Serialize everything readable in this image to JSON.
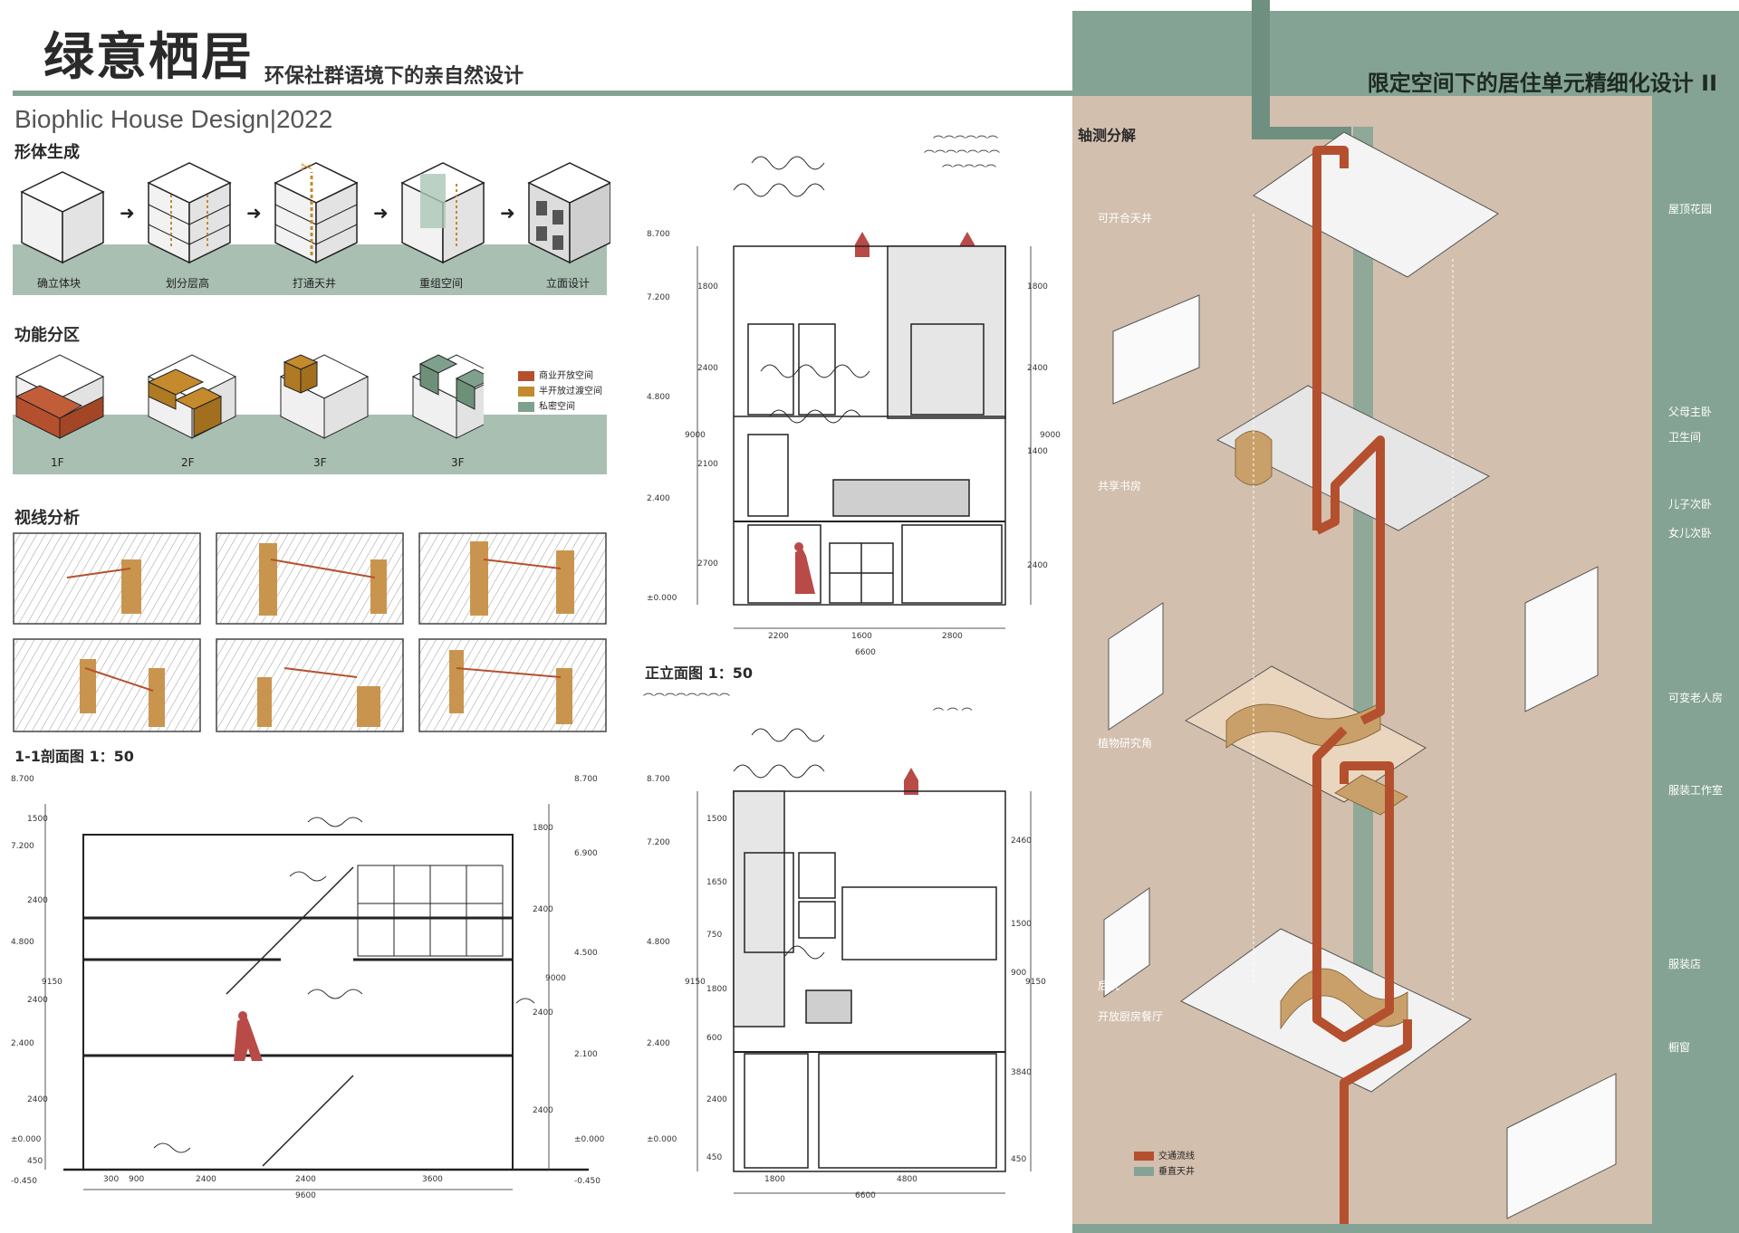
{
  "header": {
    "title": "绿意栖居",
    "subtitle": "环保社群语境下的亲自然设计",
    "english_title": "Biophlic House Design|2022",
    "right_title": "限定空间下的居住单元精细化设计 II"
  },
  "sections": {
    "form_generation": {
      "title": "形体生成",
      "steps": [
        "确立体块",
        "划分层高",
        "打通天井",
        "重组空间",
        "立面设计"
      ]
    },
    "function_zoning": {
      "title": "功能分区",
      "floors": [
        "1F",
        "2F",
        "3F",
        "3F"
      ],
      "legend": [
        {
          "label": "商业开放空间",
          "color": "#b5502f"
        },
        {
          "label": "半开放过渡空间",
          "color": "#c48a2c"
        },
        {
          "label": "私密空间",
          "color": "#7fa08c"
        }
      ]
    },
    "sightline": {
      "title": "视线分析"
    },
    "section_drawing": {
      "title": "1-1剖面图 1：50",
      "left_levels": [
        "8.700",
        "7.200",
        "4.800",
        "2.400",
        "±0.000",
        "-0.450"
      ],
      "right_levels": [
        "8.700",
        "6.900",
        "4.500",
        "2.100",
        "±0.000",
        "-0.450"
      ],
      "left_dims": [
        "1500",
        "2400",
        "2400",
        "2400",
        "450"
      ],
      "total_left": "9150",
      "right_dims": [
        "1800",
        "2400",
        "2400",
        "2400"
      ],
      "total_right": "9000",
      "bottom_dims": [
        "300",
        "900",
        "2400",
        "2400",
        "3600"
      ],
      "bottom_total": "9600"
    },
    "elevation_top": {
      "levels": [
        "8.700",
        "7.200",
        "4.800",
        "2.400",
        "±0.000"
      ],
      "left_dims": [
        "1800",
        "2400",
        "2100",
        "2700"
      ],
      "total_left": "9000",
      "right_dims": [
        "1800",
        "2400",
        "1400",
        "2400"
      ],
      "total_right": "9000",
      "bottom_dims": [
        "2200",
        "1600",
        "2800"
      ],
      "bottom_total": "6600"
    },
    "front_elevation": {
      "title": "正立面图 1：50",
      "levels": [
        "8.700",
        "7.200",
        "4.800",
        "2.400",
        "±0.000"
      ],
      "left_dims": [
        "1500",
        "1650",
        "750",
        "1800",
        "600",
        "2400",
        "450"
      ],
      "total_left": "9150",
      "right_dims": [
        "2460",
        "1500",
        "900",
        "3840",
        "450"
      ],
      "total_right": "9150",
      "bottom_dims": [
        "1800",
        "4800"
      ],
      "bottom_total": "6600"
    },
    "axonometric": {
      "title": "轴测分解",
      "left_labels": [
        "可开合天井",
        "共享书房",
        "植物研究角",
        "后院",
        "开放厨房餐厅"
      ],
      "right_labels": [
        "屋顶花园",
        "父母主卧",
        "卫生间",
        "儿子次卧",
        "女儿次卧",
        "可变老人房",
        "服装工作室",
        "服装店",
        "橱窗"
      ],
      "legend": [
        {
          "label": "交通流线",
          "color": "#b5502f"
        },
        {
          "label": "垂直天井",
          "color": "#84a394"
        }
      ]
    }
  },
  "colors": {
    "sage": "#84a394",
    "sage_light": "#a9bfb2",
    "sand": "#d2bfad",
    "rust": "#b5502f",
    "ochre": "#c48a2c",
    "figure_red": "#b84a48"
  }
}
